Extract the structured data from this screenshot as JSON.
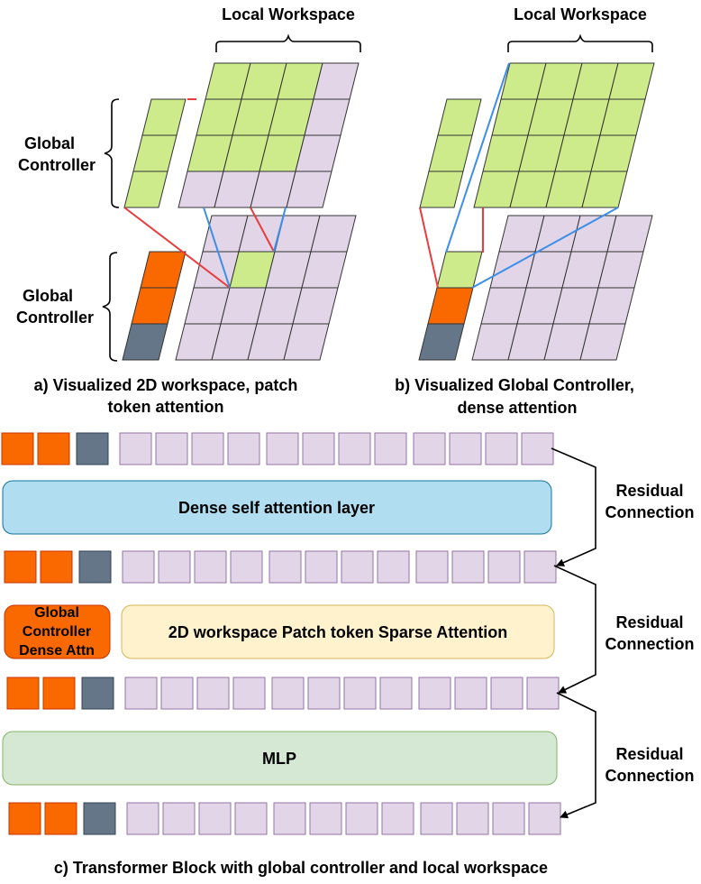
{
  "panel_a": {
    "top_label": "Local Workspace",
    "side_label_upper": [
      "Global",
      "Controller"
    ],
    "side_label_lower": [
      "Global",
      "Controller"
    ],
    "caption": [
      "a) Visualized 2D workspace, patch",
      "token attention"
    ]
  },
  "panel_b": {
    "top_label": "Local Workspace",
    "caption": [
      "b) Visualized Global Controller,",
      "dense attention"
    ]
  },
  "block": {
    "layer1": "Dense self attention layer",
    "layer2_controller": [
      "Global",
      "Controller",
      "Dense Attn"
    ],
    "layer2": "2D workspace Patch token Sparse Attention",
    "layer3": "MLP",
    "residual": [
      "Residual",
      "Connection"
    ],
    "caption": "c) Transformer Block with global controller and local workspace"
  },
  "colors": {
    "green": "#cdeb8b",
    "purple": "#e1d5e7",
    "purple_stroke": "#9673a6",
    "orange": "#fa6800",
    "slate": "#647687",
    "blue_layer": "#b1ddf0",
    "yellow_layer": "#fff2cc",
    "mlp_layer": "#d5e8d4",
    "red_line": "#ea3c3c",
    "blue_line": "#3c8ee8"
  }
}
